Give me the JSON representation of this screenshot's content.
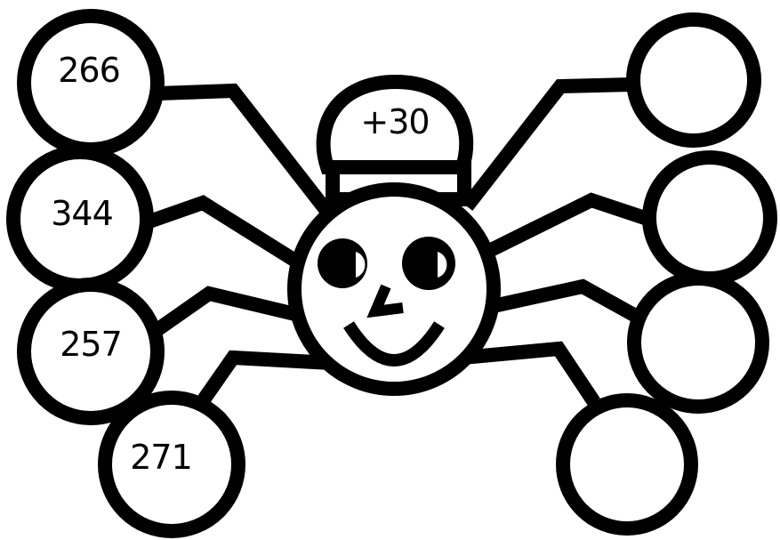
{
  "hat": {
    "label": "+30"
  },
  "left_circles": [
    "266",
    "344",
    "257",
    "271"
  ],
  "right_circles": [
    "",
    "",
    "",
    ""
  ],
  "colors": {
    "ink": "#000000",
    "paper": "#ffffff"
  }
}
